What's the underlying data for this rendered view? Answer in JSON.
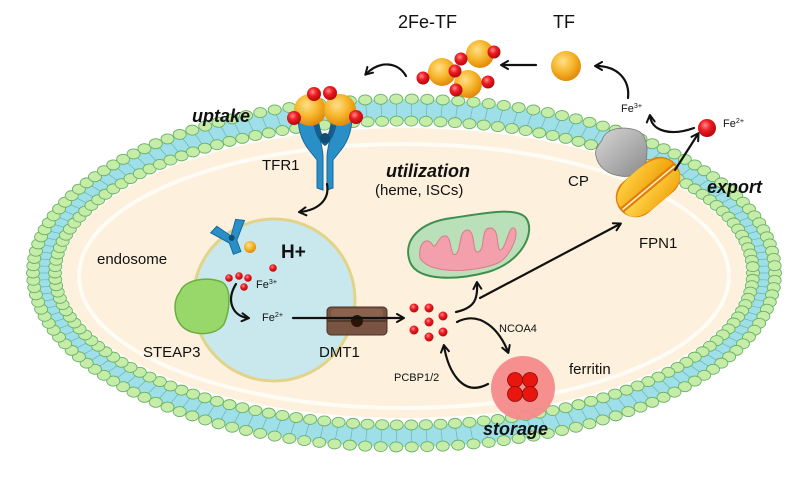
{
  "title": "Cellular iron metabolism",
  "colors": {
    "membrane_head": "#c6eda8",
    "membrane_head_stroke": "#6bb06a",
    "membrane_tail": "#9fe0e8",
    "cytoplasm": "#fdf1de",
    "endosome": "#c9e8ee",
    "endosome_stroke": "#e3d48a",
    "iron": "#e8131a",
    "transferrin": "#f5b323",
    "tfr1": "#2a8fc7",
    "steap3": "#98d86a",
    "dmt1": "#6b4a38",
    "fpn1": "#f7b90f",
    "cp": "#a3a3a3",
    "mito_outer": "#b9e0b9",
    "mito_inner": "#f3a0ac",
    "ferritin_shell": "#f58a8a",
    "ferritin_core": "#e8160f",
    "arrow": "#111111"
  },
  "labels": {
    "two_fe_tf": "2Fe-TF",
    "tf": "TF",
    "fe3_top": {
      "base": "Fe",
      "charge": "3+"
    },
    "fe2_top": {
      "base": "Fe",
      "charge": "2+"
    },
    "uptake": "uptake",
    "tfr1": "TFR1",
    "utilization": "utilization",
    "utilization_detail": "(heme, ISCs)",
    "cp": "CP",
    "export": "export",
    "fpn1": "FPN1",
    "endosome": "endosome",
    "h_plus": "H+",
    "fe3_endo": {
      "base": "Fe",
      "charge": "3+"
    },
    "fe2_endo": {
      "base": "Fe",
      "charge": "2+"
    },
    "steap3": "STEAP3",
    "dmt1": "DMT1",
    "ncoa4": "NCOA4",
    "pcbp": "PCBP1/2",
    "ferritin": "ferritin",
    "storage": "storage"
  },
  "components": [
    {
      "id": "tfr1",
      "name": "Transferrin receptor 1",
      "label_key": "tfr1",
      "location": "plasma membrane"
    },
    {
      "id": "endosome",
      "name": "Endosome",
      "label_key": "endosome",
      "location": "cytoplasm"
    },
    {
      "id": "steap3",
      "name": "STEAP3 reductase",
      "label_key": "steap3",
      "location": "endosome membrane"
    },
    {
      "id": "dmt1",
      "name": "DMT1 transporter",
      "label_key": "dmt1",
      "location": "endosome membrane"
    },
    {
      "id": "lip",
      "name": "Labile iron pool",
      "location": "cytoplasm"
    },
    {
      "id": "mitochondrion",
      "name": "Mitochondrion",
      "location": "cytoplasm"
    },
    {
      "id": "ferritin",
      "name": "Ferritin",
      "label_key": "ferritin",
      "location": "cytoplasm"
    },
    {
      "id": "fpn1",
      "name": "Ferroportin 1",
      "label_key": "fpn1",
      "location": "plasma membrane"
    },
    {
      "id": "cp",
      "name": "Ceruloplasmin",
      "label_key": "cp",
      "location": "extracellular membrane-associated"
    }
  ],
  "flows": [
    {
      "from": "tf",
      "to": "2fe-tf"
    },
    {
      "from": "fe3-extracellular",
      "to": "tf"
    },
    {
      "from": "2fe-tf",
      "to": "tfr1"
    },
    {
      "from": "tfr1",
      "to": "endosome"
    },
    {
      "from": "fe3-endosome",
      "to": "fe2-endosome",
      "via": "steap3"
    },
    {
      "from": "fe2-endosome",
      "to": "lip",
      "via": "dmt1"
    },
    {
      "from": "lip",
      "to": "mitochondrion"
    },
    {
      "from": "lip",
      "to": "fpn1"
    },
    {
      "from": "lip",
      "to": "ferritin",
      "label_key": "ncoa4"
    },
    {
      "from": "ferritin",
      "to": "lip",
      "label_key": "pcbp"
    },
    {
      "from": "fpn1",
      "to": "fe2-extracellular"
    },
    {
      "from": "fe2-extracellular",
      "to": "fe3-extracellular",
      "via": "cp"
    }
  ]
}
